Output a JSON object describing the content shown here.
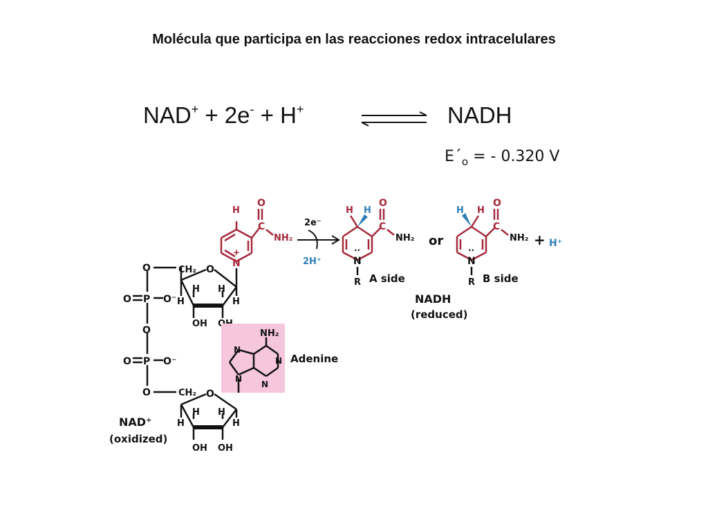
{
  "title": "Molécula que participa en las reacciones redox intracelulares",
  "equation": {
    "left_text": "NAD",
    "left_sup1": "+",
    "mid1": " + 2e",
    "left_sup2": "-",
    "mid2": " + H",
    "left_sup3": "+",
    "product": "NADH",
    "potential_E": "E´",
    "potential_sub": "o",
    "potential_value": " = - 0.320 V"
  },
  "labels": {
    "electrons": "2e⁻",
    "protons": "2H⁺",
    "or": "or",
    "plus": "+",
    "h_plus": "H⁺",
    "a_side": "A side",
    "b_side": "B side",
    "nadh": "NADH",
    "reduced": "(reduced)",
    "nad": "NAD⁺",
    "oxidized": "(oxidized)",
    "adenine": "Adenine",
    "nh2": "NH₂",
    "ch2": "CH₂",
    "R": "R"
  },
  "colors": {
    "nicotinamide": "#a5283a",
    "transferred_h": "#2f7fb8",
    "adenine_box": "#f6c6dc",
    "bond": "#111111"
  }
}
